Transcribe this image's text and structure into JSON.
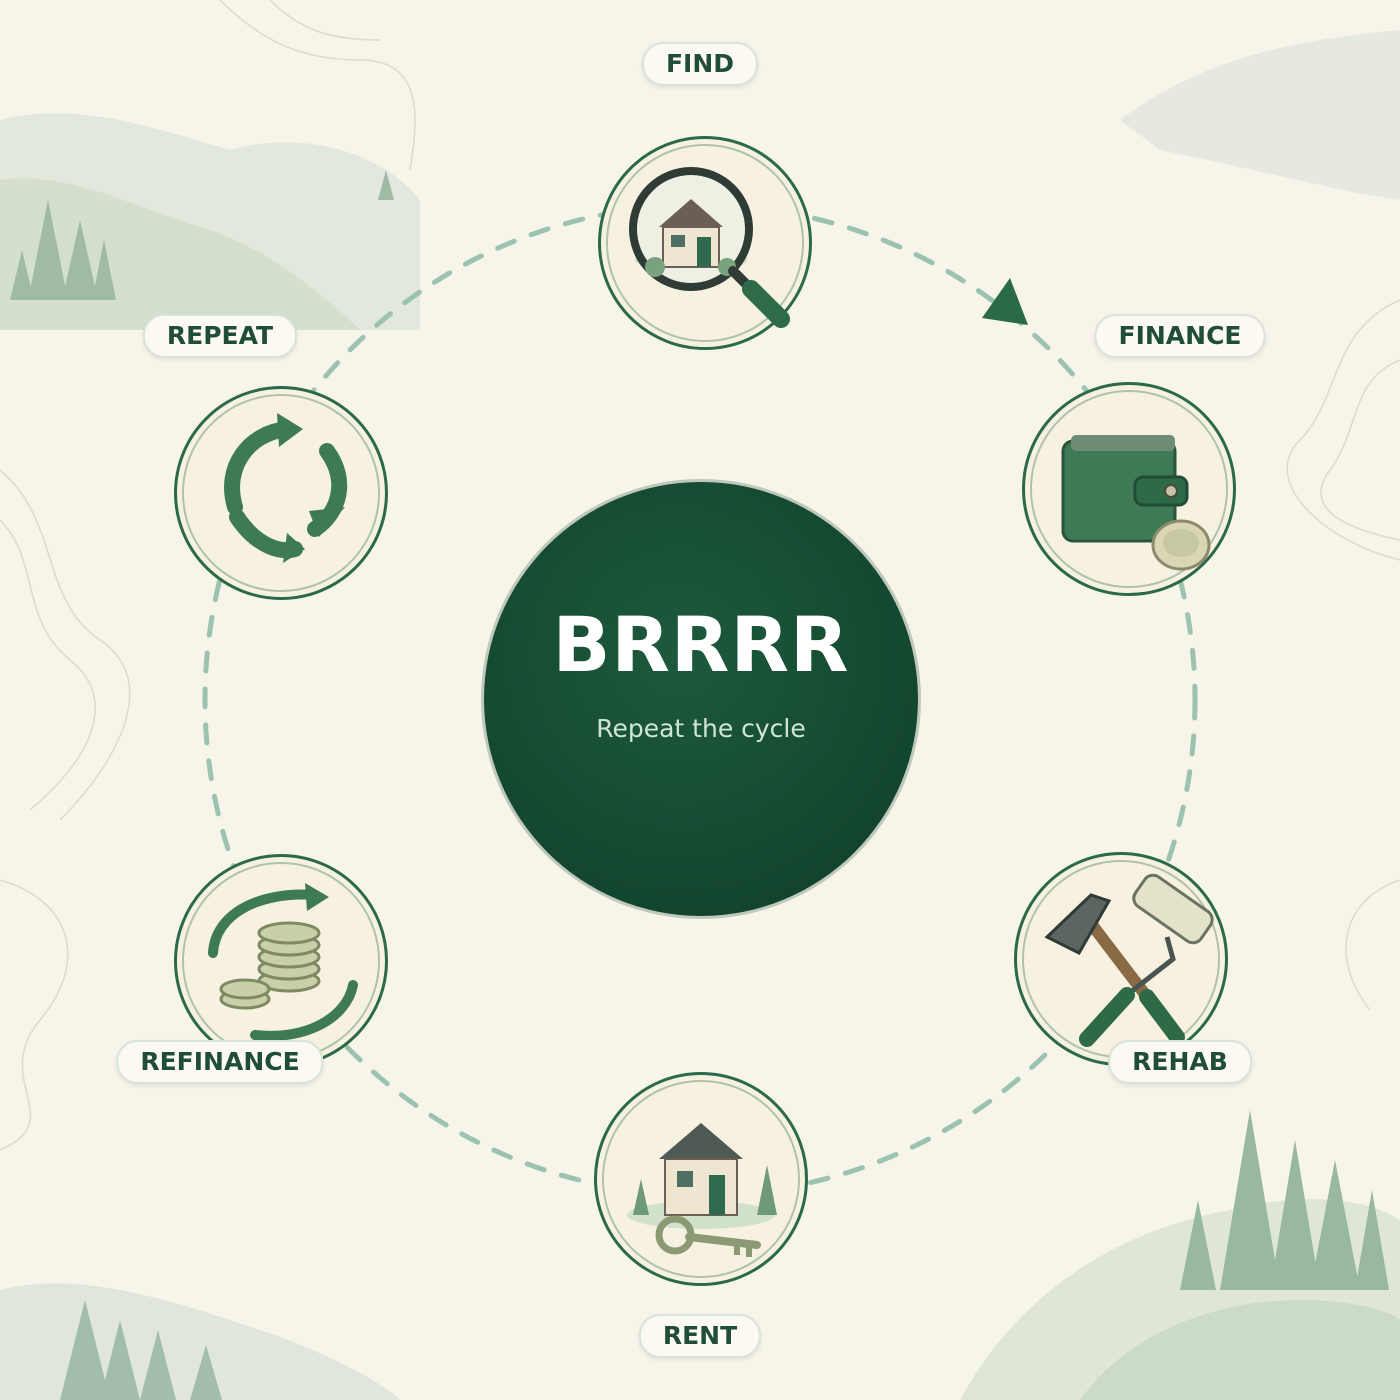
{
  "center": {
    "title": "BRRRR",
    "subtitle": "Repeat the cycle"
  },
  "steps": [
    {
      "label": "FIND",
      "icon": "magnifier-house-icon"
    },
    {
      "label": "FINANCE",
      "icon": "wallet-coin-icon"
    },
    {
      "label": "REHAB",
      "icon": "hammer-roller-icon"
    },
    {
      "label": "RENT",
      "icon": "house-key-icon"
    },
    {
      "label": "REFINANCE",
      "icon": "coins-cycle-icon"
    },
    {
      "label": "REPEAT",
      "icon": "cycle-arrows-icon"
    }
  ],
  "colors": {
    "dark_green": "#154a31",
    "accent_green": "#2b6a49",
    "dash": "#9cc3ae",
    "background": "#f7f4ea"
  }
}
